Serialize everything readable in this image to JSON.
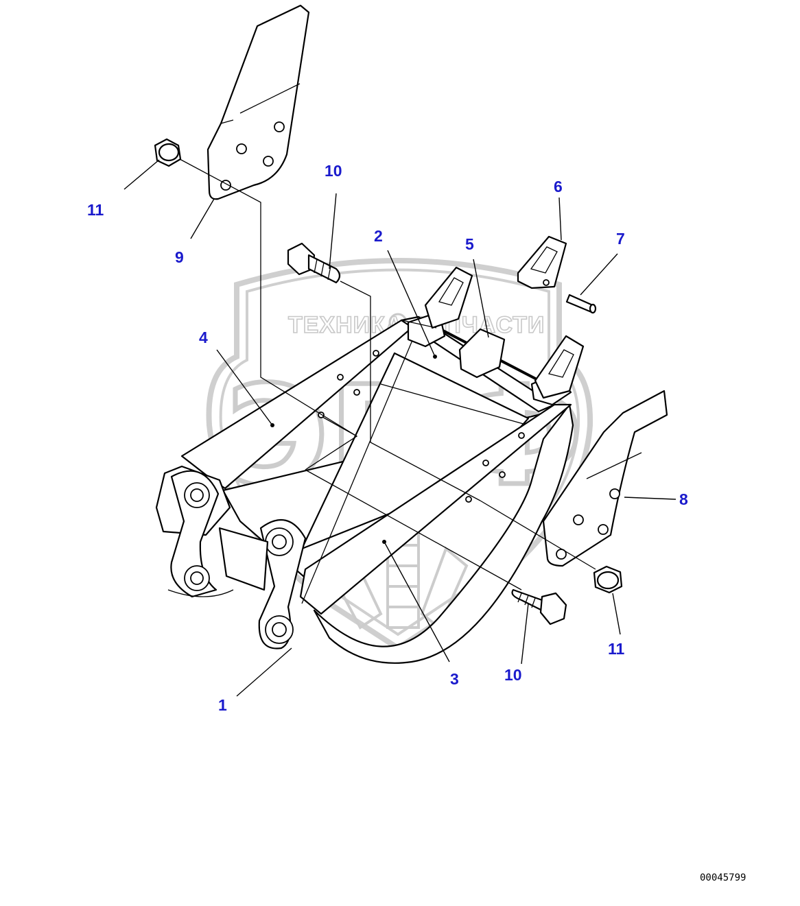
{
  "diagram": {
    "callouts": {
      "c1": "1",
      "c2": "2",
      "c3": "3",
      "c4": "4",
      "c5": "5",
      "c6": "6",
      "c7": "7",
      "c8": "8",
      "c9": "9",
      "c10a": "10",
      "c10b": "10",
      "c11a": "11",
      "c11b": "11"
    },
    "drawing_number": "00045799",
    "watermark": {
      "left_text": "ТЕХНИКА",
      "right_text": "ЗАПЧАСТИ",
      "logo_text": "ЭПФ"
    },
    "colors": {
      "callout": "#1a1acc",
      "line": "#000000",
      "watermark": "#cfcfcf"
    }
  }
}
